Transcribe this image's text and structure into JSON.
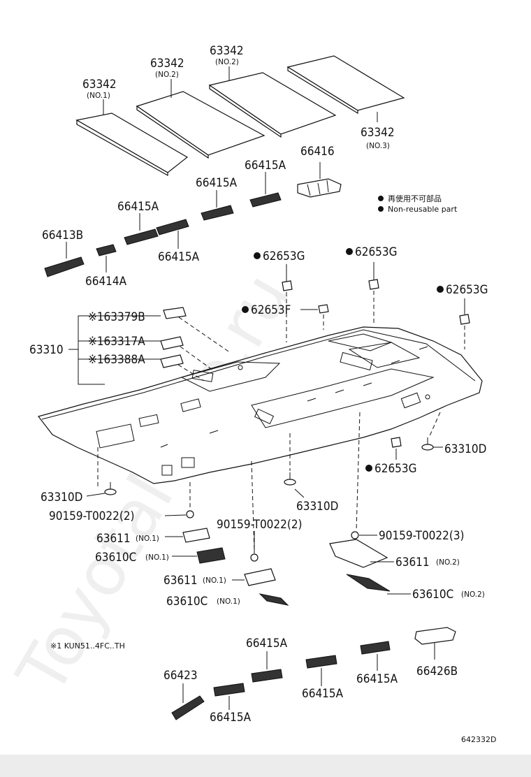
{
  "watermark": "ToyotaMine.ru",
  "legend": {
    "line1": "再使用不可部品",
    "line2": "Non-reusable part"
  },
  "footnote": "※1  KUN51..4FC..TH",
  "diagram_code": "642332D",
  "labels": {
    "roof_silencer_no1": "63342",
    "roof_silencer_no1_sub": "(NO.1)",
    "roof_silencer_no2_a": "63342",
    "roof_silencer_no2_a_sub": "(NO.2)",
    "roof_silencer_no2_b": "63342",
    "roof_silencer_no2_b_sub": "(NO.2)",
    "roof_silencer_no3": "63342",
    "roof_silencer_no3_sub": "(NO.3)",
    "part_66416": "66416",
    "part_66415A_1": "66415A",
    "part_66415A_2": "66415A",
    "part_66415A_3": "66415A",
    "part_66415A_4": "66415A",
    "part_66413B": "66413B",
    "part_66414A": "66414A",
    "part_62653G_1": "62653G",
    "part_62653G_2": "62653G",
    "part_62653G_3": "62653G",
    "part_62653G_4": "62653G",
    "part_62653F": "62653F",
    "part_63310": "63310",
    "part_63379B": "※163379B",
    "part_63317A": "※163317A",
    "part_63388A": "※163388A",
    "part_63310D_1": "63310D",
    "part_63310D_2": "63310D",
    "part_63310D_3": "63310D",
    "bolt_1": "90159-T0022(2)",
    "bolt_2": "90159-T0022(2)",
    "bolt_3": "90159-T0022(3)",
    "part_63611_no1_a": "63611",
    "part_63611_no1_a_sub": "(NO.1)",
    "part_63610C_no1_a": "63610C",
    "part_63610C_no1_a_sub": "(NO.1)",
    "part_63611_no1_b": "63611",
    "part_63611_no1_b_sub": "(NO.1)",
    "part_63610C_no1_b": "63610C",
    "part_63610C_no1_b_sub": "(NO.1)",
    "part_63611_no2": "63611",
    "part_63611_no2_sub": "(NO.2)",
    "part_63610C_no2": "63610C",
    "part_63610C_no2_sub": "(NO.2)",
    "part_66415A_5": "66415A",
    "part_66415A_6": "66415A",
    "part_66415A_7": "66415A",
    "part_66415A_8": "66415A",
    "part_66423": "66423",
    "part_66426B": "66426B"
  }
}
